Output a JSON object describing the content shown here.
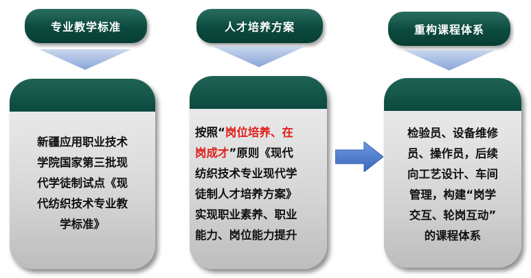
{
  "steps": [
    {
      "title": "专业教学标准"
    },
    {
      "title": "人才培养方案"
    },
    {
      "title": "重构课程体系"
    }
  ],
  "cards": [
    {
      "lines": [
        "新疆应用职业技术",
        "学院国家第三批现",
        "代学徒制试点《现",
        "代纺织技术专业教",
        "学标准》"
      ]
    },
    {
      "line1_prefix": "按照“",
      "highlight_line1": "岗位培养、在",
      "highlight_line2": "岗成才",
      "line2_suffix": "”原则《现代",
      "lines_rest": [
        "纺织技术专业现代学",
        "徒制人才培养方案》",
        "实现职业素养、职业",
        "能力、岗位能力提升"
      ]
    },
    {
      "lines": [
        "检验员、设备维修",
        "员、操作员，后续",
        "向工艺设计、车间",
        "管理，构建“岗学",
        "交互、轮岗互动”",
        "的课程体系"
      ]
    }
  ],
  "colors": {
    "header_green": "#0c4a3e",
    "chevron_blue": "#9fb7e0",
    "arrow_blue": "#4a7bd0",
    "highlight_red": "#e0201d",
    "card_gray": "#d5d5d5"
  }
}
